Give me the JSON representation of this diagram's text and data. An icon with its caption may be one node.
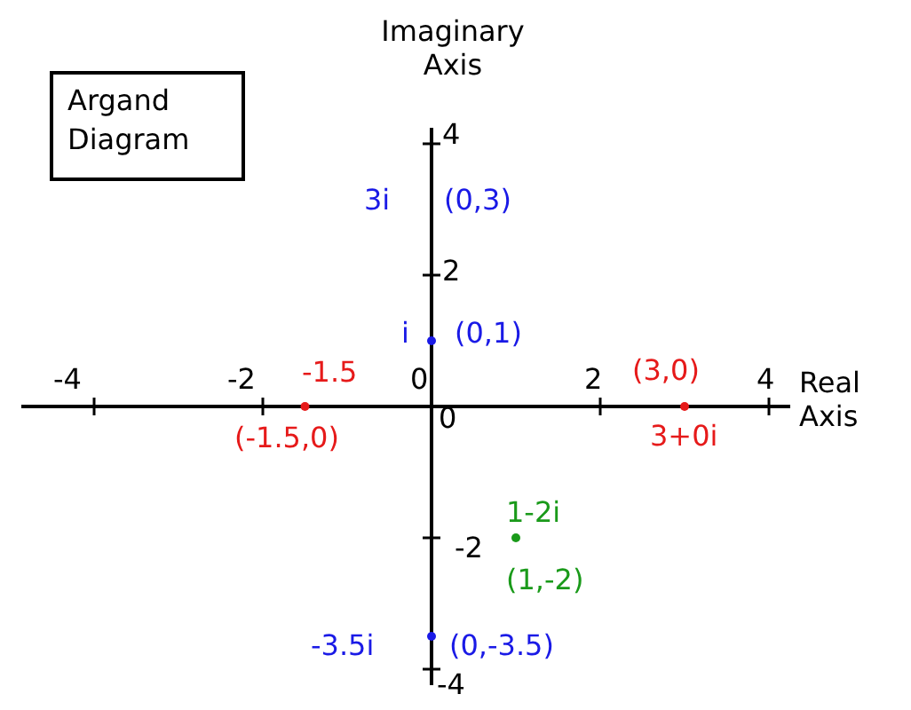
{
  "diagram": {
    "nodes": [
      {
        "text": [
          "Argand Diagram"
        ]
      }
    ],
    "labels": [
      "Imaginary Axis",
      "4",
      "3i",
      "(0,3)",
      "2",
      "i",
      "(0,1)",
      "-4",
      "-2",
      "-1.5",
      "0",
      "2",
      "(3,0)",
      "4",
      "Real Axis",
      "0",
      "(-1.5,0)",
      "3+0i",
      "1-2i",
      "-2",
      "(1,-2)",
      "-3.5i",
      "(0,-3.5)",
      "-4"
    ]
  }
}
